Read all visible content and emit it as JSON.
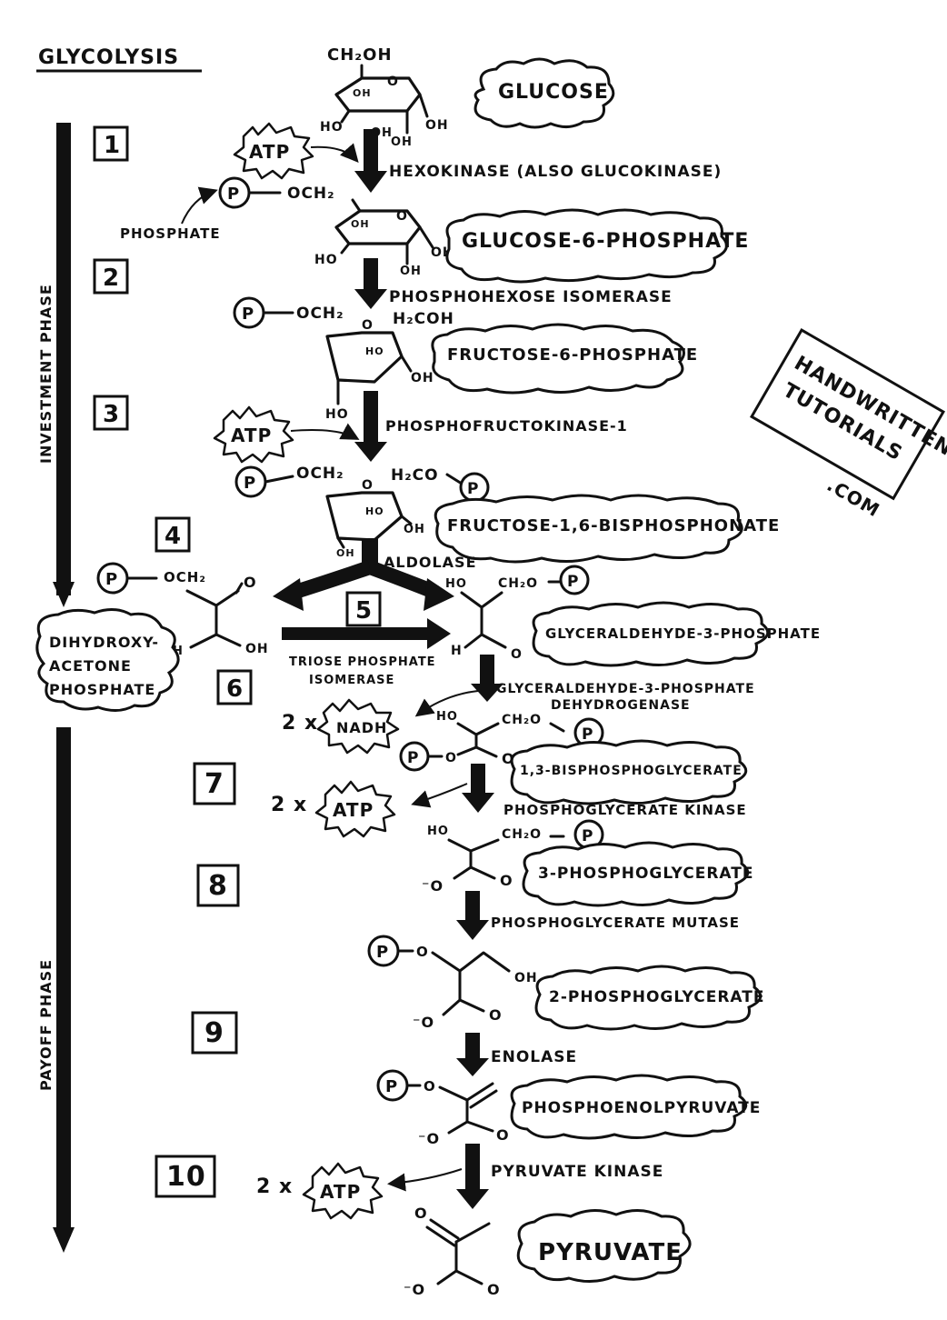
{
  "title": "GLYCOLYSIS",
  "phases": {
    "investment": "INVESTMENT PHASE",
    "payoff": "PAYOFF PHASE"
  },
  "steps": [
    "1",
    "2",
    "3",
    "4",
    "5",
    "6",
    "7",
    "8",
    "9",
    "10"
  ],
  "enzymes": {
    "e1": "HEXOKINASE (ALSO GLUCOKINASE)",
    "e2": "PHOSPHOHEXOSE ISOMERASE",
    "e3": "PHOSPHOFRUCTOKINASE-1",
    "e4": "ALDOLASE",
    "e5a": "TRIOSE PHOSPHATE",
    "e5b": "ISOMERASE",
    "e6a": "GLYCERALDEHYDE-3-PHOSPHATE",
    "e6b": "DEHYDROGENASE",
    "e7": "PHOSPHOGLYCERATE KINASE",
    "e8": "PHOSPHOGLYCERATE MUTASE",
    "e9": "ENOLASE",
    "e10": "PYRUVATE KINASE"
  },
  "molecules": {
    "m1": "GLUCOSE",
    "m2": "GLUCOSE-6-PHOSPHATE",
    "m3": "FRUCTOSE-6-PHOSPHATE",
    "m4": "FRUCTOSE-1,6-BISPHOSPHONATE",
    "m5": "GLYCERALDEHYDE-3-PHOSPHATE",
    "m6a": "DIHYDROXY-",
    "m6b": "ACETONE",
    "m6c": "PHOSPHATE",
    "m7": "1,3-BISPHOSPHOGLYCERATE",
    "m8": "3-PHOSPHOGLYCERATE",
    "m9": "2-PHOSPHOGLYCERATE",
    "m10": "PHOSPHOENOLPYRUVATE",
    "m11": "PYRUVATE"
  },
  "labels": {
    "phosphate": "PHOSPHATE",
    "atp": "ATP",
    "nadh": "NADH",
    "two_x": "2 x",
    "p": "P",
    "ch2oh": "CH₂OH",
    "och2": "OCH₂",
    "h2coh": "H₂COH",
    "h2co": "H₂CO",
    "ch2o": "CH₂O",
    "oh": "OH",
    "ho": "HO",
    "o": "O",
    "h": "H",
    "o_minus": "⁻O"
  },
  "watermark": {
    "l1": "HANDWRITTEN",
    "l2": "TUTORIALS",
    "l3": ".COM"
  }
}
